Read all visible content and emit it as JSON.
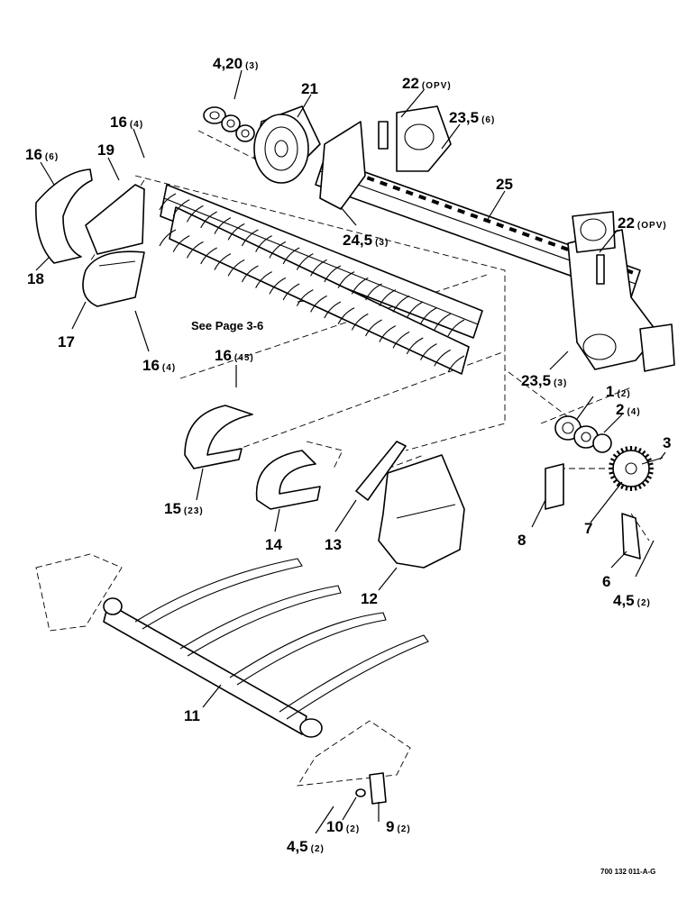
{
  "figure": {
    "see_page_note": "See Page 3-6",
    "drawing_number": "700 132 011-A-G"
  },
  "callouts": [
    {
      "id": "c-4-20",
      "label": "4,20",
      "qty": "(3)"
    },
    {
      "id": "c-21",
      "label": "21",
      "qty": ""
    },
    {
      "id": "c-22-top",
      "label": "22",
      "qty": "(OPV)"
    },
    {
      "id": "c-23-5-top",
      "label": "23,5",
      "qty": "(6)"
    },
    {
      "id": "c-16-top",
      "label": "16",
      "qty": "(4)"
    },
    {
      "id": "c-16-left",
      "label": "16",
      "qty": "(6)"
    },
    {
      "id": "c-19",
      "label": "19",
      "qty": ""
    },
    {
      "id": "c-25",
      "label": "25",
      "qty": ""
    },
    {
      "id": "c-22-right",
      "label": "22",
      "qty": "(OPV)"
    },
    {
      "id": "c-24-5",
      "label": "24,5",
      "qty": "(3)"
    },
    {
      "id": "c-18",
      "label": "18",
      "qty": ""
    },
    {
      "id": "c-17",
      "label": "17",
      "qty": ""
    },
    {
      "id": "c-16-mid",
      "label": "16",
      "qty": "(4)"
    },
    {
      "id": "c-16-45",
      "label": "16",
      "qty": "(45)"
    },
    {
      "id": "c-23-5-right",
      "label": "23,5",
      "qty": "(3)"
    },
    {
      "id": "c-1",
      "label": "1",
      "qty": "(2)"
    },
    {
      "id": "c-2",
      "label": "2",
      "qty": "(4)"
    },
    {
      "id": "c-3",
      "label": "3",
      "qty": ""
    },
    {
      "id": "c-15",
      "label": "15",
      "qty": "(23)"
    },
    {
      "id": "c-14",
      "label": "14",
      "qty": ""
    },
    {
      "id": "c-13",
      "label": "13",
      "qty": ""
    },
    {
      "id": "c-8",
      "label": "8",
      "qty": ""
    },
    {
      "id": "c-7",
      "label": "7",
      "qty": ""
    },
    {
      "id": "c-6",
      "label": "6",
      "qty": ""
    },
    {
      "id": "c-4-5-right",
      "label": "4,5",
      "qty": "(2)"
    },
    {
      "id": "c-12",
      "label": "12",
      "qty": ""
    },
    {
      "id": "c-11",
      "label": "11",
      "qty": ""
    },
    {
      "id": "c-10",
      "label": "10",
      "qty": "(2)"
    },
    {
      "id": "c-9",
      "label": "9",
      "qty": "(2)"
    },
    {
      "id": "c-4-5-bottom",
      "label": "4,5",
      "qty": "(2)"
    }
  ]
}
